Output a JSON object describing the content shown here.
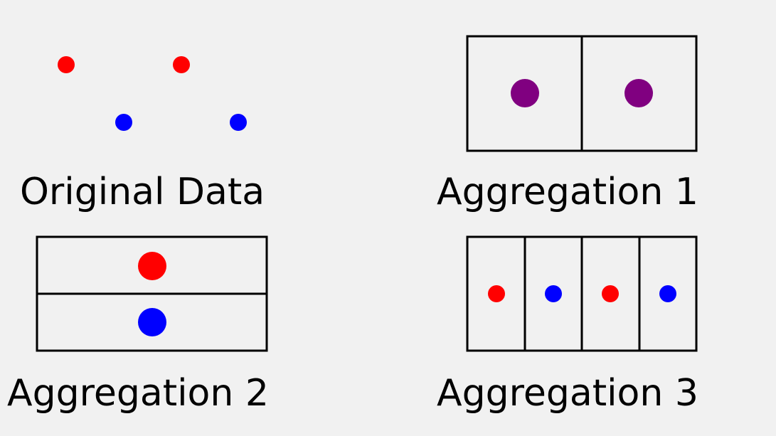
{
  "colors": {
    "background": "#f1f1f1",
    "red": "#ff0000",
    "blue": "#0000ff",
    "purple": "#800080",
    "stroke": "#000000"
  },
  "panels": {
    "original": {
      "caption": "Original Data",
      "points": [
        "red",
        "red",
        "blue",
        "blue"
      ]
    },
    "aggregation_1": {
      "caption": "Aggregation 1",
      "cells": [
        [
          "purple"
        ],
        [
          "purple"
        ]
      ]
    },
    "aggregation_2": {
      "caption": "Aggregation 2",
      "cells": [
        [
          "red"
        ],
        [
          "blue"
        ]
      ]
    },
    "aggregation_3": {
      "caption": "Aggregation 3",
      "cells": [
        [
          "red"
        ],
        [
          "blue"
        ],
        [
          "red"
        ],
        [
          "blue"
        ]
      ]
    }
  }
}
